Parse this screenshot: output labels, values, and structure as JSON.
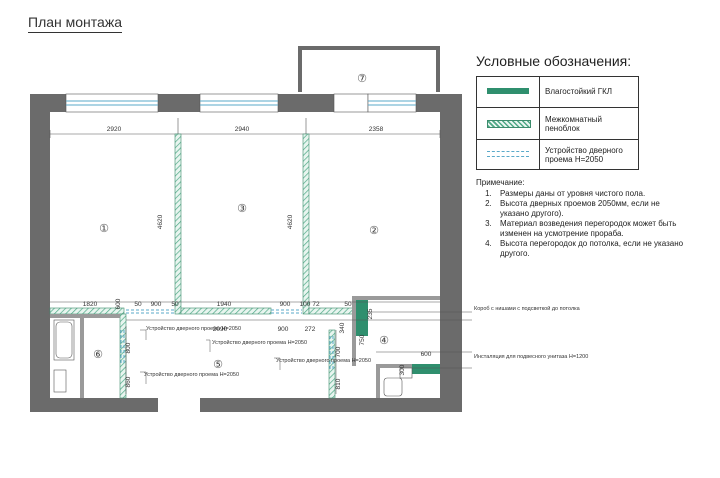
{
  "page_title": "План монтажа",
  "legend": {
    "title": "Условные обозначения:",
    "items": [
      {
        "label": "Влагостойкий ГКЛ",
        "color": "#2f8f6e"
      },
      {
        "label": "Межкомнатный пеноблок",
        "color": "#7cc4a8"
      },
      {
        "label": "Устройство дверного проема Н=2050",
        "color": "#5aa9c9"
      }
    ]
  },
  "notes": {
    "heading": "Примечание:",
    "items": [
      "Размеры даны от уровня чистого пола.",
      "Высота дверных проемов 2050мм, если не указано другого).",
      "Материал возведения перегородок может быть изменен на усмотрение прораба.",
      "Высота перегородок до потолка, если не указано другого."
    ]
  },
  "rooms": [
    "①",
    "②",
    "③",
    "④",
    "⑤",
    "⑥",
    "⑦"
  ],
  "dimensions": {
    "top_1": "2920",
    "top_2": "2940",
    "top_3": "2358",
    "v_left": "4620",
    "v_right": "4620",
    "d_1820": "1820",
    "d_600a": "600",
    "d_50a": "50",
    "d_900a": "900",
    "d_50b": "50",
    "d_1940": "1940",
    "d_900b": "900",
    "d_100": "100",
    "d_72": "72",
    "d_50c": "50",
    "d_2090": "2090",
    "d_900c": "900",
    "d_272": "272",
    "d_340": "340",
    "d_235": "235",
    "d_750": "750",
    "d_800a": "800",
    "d_860": "860",
    "d_700": "700",
    "d_810": "810",
    "d_600b": "600",
    "d_300": "300"
  },
  "annotations": {
    "door_1": "Устройство дверного проема Н=2050",
    "door_2": "Устройство дверного проема Н=2050",
    "door_3": "Устройство дверного проема Н=2050",
    "door_4": "Устройство дверного проема Н=2050",
    "box": "Короб с нишами с подсветкой до потолка",
    "install": "Инсталяция для подвесного унитаза Н=1200"
  }
}
